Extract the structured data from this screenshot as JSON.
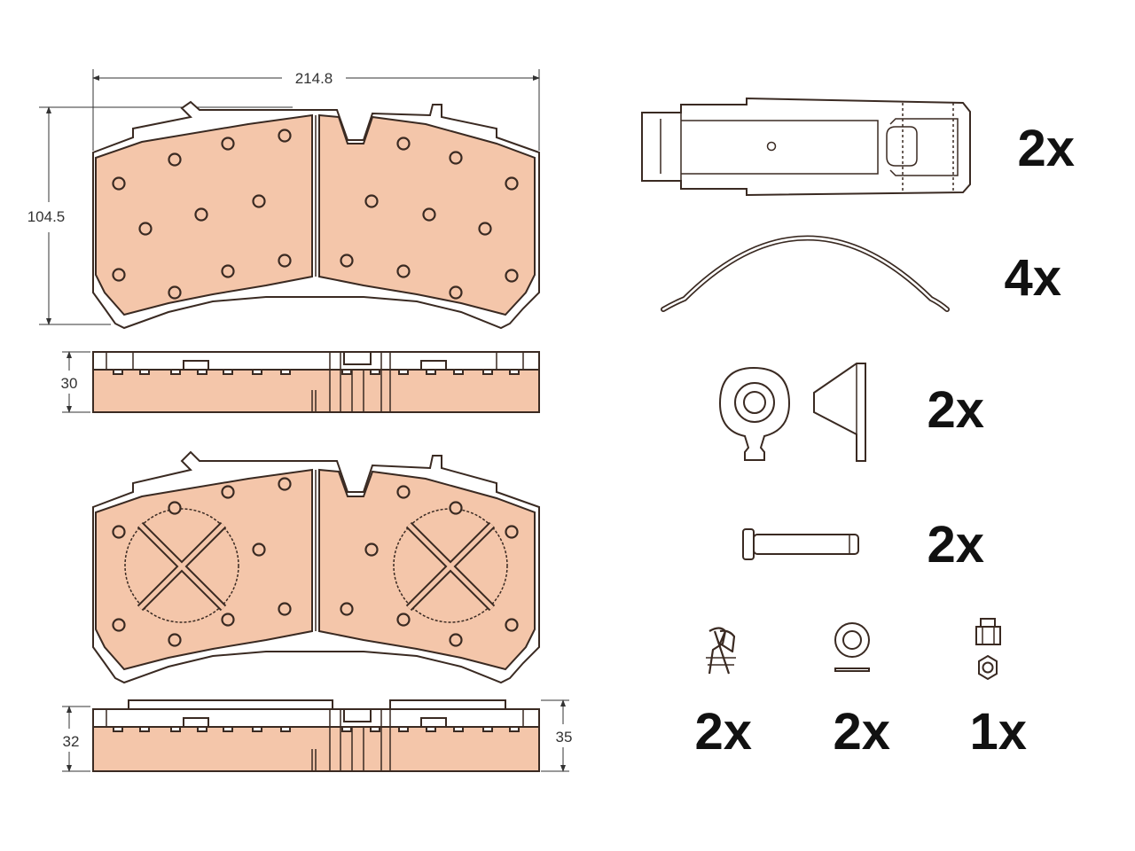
{
  "colors": {
    "pad_fill": "#f4c6aa",
    "line": "#3a2a22"
  },
  "dimensions": {
    "width": "214.8",
    "height": "104.5",
    "thickness_1": "30",
    "thickness_2": "32",
    "thickness_3": "35"
  },
  "accessories": [
    {
      "name": "wear-indicator-bracket",
      "qty": "2x"
    },
    {
      "name": "retaining-spring",
      "qty": "4x"
    },
    {
      "name": "sensor-holder",
      "qty": "2x"
    },
    {
      "name": "pin",
      "qty": "2x"
    },
    {
      "name": "clip",
      "qty": "2x"
    },
    {
      "name": "washer",
      "qty": "2x"
    },
    {
      "name": "nut",
      "qty": "1x"
    }
  ]
}
